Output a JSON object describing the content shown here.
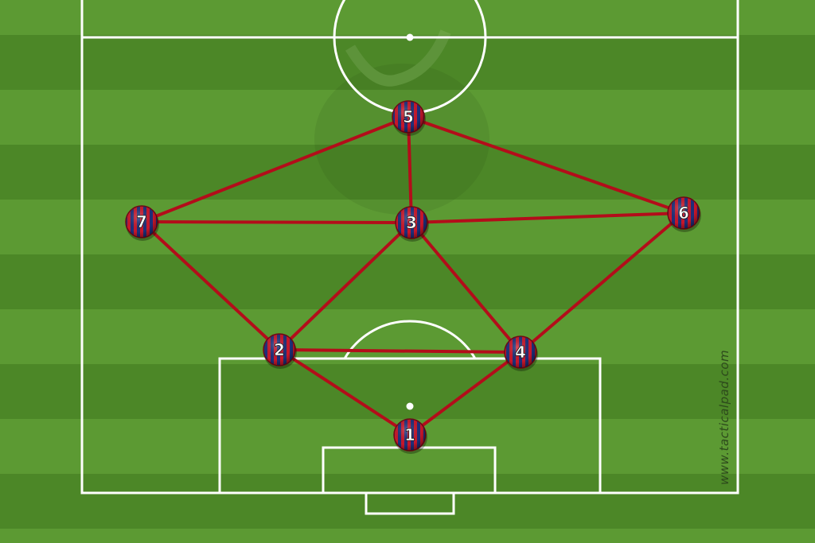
{
  "diagram": {
    "watermark": "www.tacticalpad.com",
    "colors": {
      "grass_light": "#5c9a33",
      "grass_dark": "#4c8727",
      "lines": "#ffffff",
      "connection": "#b30d1a",
      "jersey_red": "#c8172b",
      "jersey_blue": "#1f2f7a"
    },
    "players": [
      {
        "id": "p1",
        "number": "1"
      },
      {
        "id": "p2",
        "number": "2"
      },
      {
        "id": "p3",
        "number": "3"
      },
      {
        "id": "p4",
        "number": "4"
      },
      {
        "id": "p5",
        "number": "5"
      },
      {
        "id": "p6",
        "number": "6"
      },
      {
        "id": "p7",
        "number": "7"
      }
    ],
    "connections": [
      [
        "p5",
        "p7"
      ],
      [
        "p5",
        "p3"
      ],
      [
        "p5",
        "p6"
      ],
      [
        "p7",
        "p3"
      ],
      [
        "p3",
        "p6"
      ],
      [
        "p7",
        "p2"
      ],
      [
        "p2",
        "p3"
      ],
      [
        "p3",
        "p4"
      ],
      [
        "p6",
        "p4"
      ],
      [
        "p2",
        "p4"
      ],
      [
        "p2",
        "p1"
      ],
      [
        "p4",
        "p1"
      ]
    ]
  }
}
